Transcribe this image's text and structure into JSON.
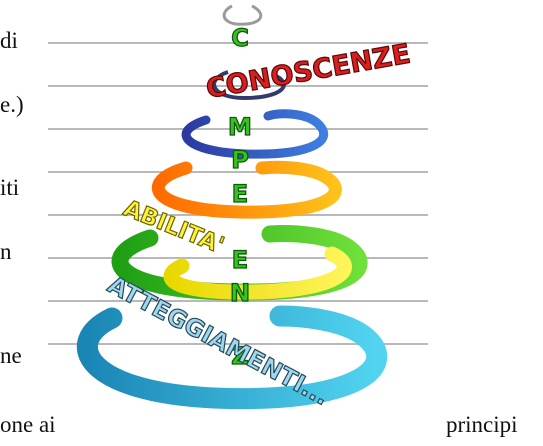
{
  "text_fragments": [
    "di",
    "e.)",
    "iti",
    "n",
    "ne",
    "one ai",
    "principi"
  ],
  "diagram": {
    "vertical_letters": [
      "C",
      "M",
      "P",
      "E",
      "E",
      "N",
      "Z"
    ],
    "labels": {
      "top": "CONOSCENZE",
      "middle": "ABILITA'",
      "bottom": "ATTEGGIAMENTI..."
    },
    "spiral_colors": [
      "#9b9b9b",
      "#3547b8",
      "#1f6fd6",
      "#ff8a00",
      "#39c21a",
      "#f4e61a",
      "#1ab2d6"
    ],
    "label_colors": {
      "top": "#d81f1f",
      "middle": "#fff23a",
      "bottom": "#8fd0ea"
    }
  }
}
